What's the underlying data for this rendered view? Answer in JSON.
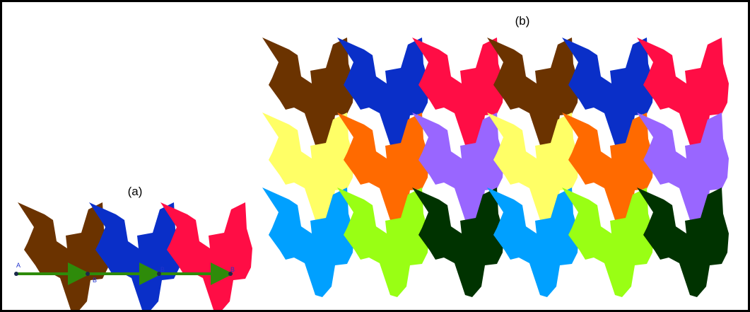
{
  "panel_a": {
    "label": "(a)"
  },
  "panel_b": {
    "label": "(b)"
  },
  "points": {
    "a": "A",
    "b1": "B",
    "b2": "B",
    "b3": "B"
  },
  "colors": {
    "brown": "#6b3300",
    "blue": "#0a2fc8",
    "red": "#ff0d45",
    "yellow": "#ffff66",
    "orange": "#ff6a00",
    "purple": "#9966ff",
    "light_blue": "#00a0ff",
    "lime": "#99ff14",
    "dark_green": "#003300",
    "arrow": "#2e8b0a"
  },
  "tiling": {
    "rows": [
      [
        "brown",
        "blue",
        "red",
        "brown",
        "blue",
        "red"
      ],
      [
        "yellow",
        "orange",
        "purple",
        "yellow",
        "orange",
        "purple"
      ],
      [
        "light_blue",
        "lime",
        "dark_green",
        "light_blue",
        "lime",
        "dark_green"
      ]
    ]
  },
  "translation_strip": {
    "tiles": [
      "brown",
      "blue",
      "red"
    ],
    "arrows": 3
  }
}
